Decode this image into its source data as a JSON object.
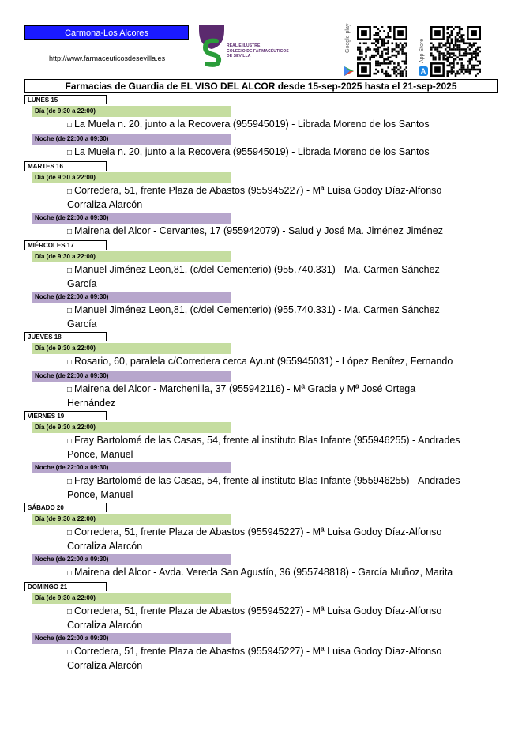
{
  "header": {
    "region": "Carmona-Los Alcores",
    "website": "http://www.farmaceuticosdesevilla.es",
    "college_lines": [
      "REAL E ILUSTRE",
      "COLEGIO DE FARMACÉUTICOS",
      "DE SEVILLA"
    ],
    "google_play_label": "Google play",
    "app_store_label": "App Store"
  },
  "title": "Farmacias de Guardia de EL VISO DEL ALCOR desde 15-sep-2025 hasta el 21-sep-2025",
  "bullet": "□",
  "colors": {
    "dia": "#c5dda0",
    "noche": "#b7a6cc",
    "badge": "#1a1aff",
    "logo": "#5b2a6e",
    "logo_s": "#2a9d3a"
  },
  "days": [
    {
      "label": "LUNES 15",
      "dia_label": "Día (de 9:30 a 22:00)",
      "dia_entry": "La Muela n. 20, junto a la Recovera (955945019) - Librada Moreno de los Santos",
      "noche_label": "Noche (de 22:00 a 09:30)",
      "noche_entry": "La Muela n. 20, junto a la Recovera (955945019) - Librada Moreno de los Santos"
    },
    {
      "label": "MARTES 16",
      "dia_label": "Día (de 9:30 a 22:00)",
      "dia_entry": "Corredera, 51, frente Plaza de Abastos (955945227) - Mª Luisa Godoy Díaz-Alfonso Corraliza Alarcón",
      "noche_label": "Noche (de 22:00 a 09:30)",
      "noche_entry": "Mairena del Alcor - Cervantes,  17 (955942079) - Salud y José Ma. Jiménez Jiménez"
    },
    {
      "label": "MIÉRCOLES 17",
      "dia_label": "Día (de 9:30 a 22:00)",
      "dia_entry": "Manuel Jiménez Leon,81, (c/del Cementerio) (955.740.331) - Ma. Carmen Sánchez García",
      "noche_label": "Noche (de 22:00 a 09:30)",
      "noche_entry": "Manuel Jiménez Leon,81, (c/del Cementerio) (955.740.331) - Ma. Carmen Sánchez García"
    },
    {
      "label": "JUEVES 18",
      "dia_label": "Día (de 9:30 a 22:00)",
      "dia_entry": "Rosario, 60, paralela c/Corredera cerca Ayunt (955945031) - López Benítez, Fernando",
      "noche_label": "Noche (de 22:00 a 09:30)",
      "noche_entry": "Mairena del Alcor - Marchenilla, 37 (955942116) - Mª Gracia y Mª José Ortega Hernández"
    },
    {
      "label": "VIERNES 19",
      "dia_label": "Día (de 9:30 a 22:00)",
      "dia_entry": "Fray Bartolomé de las Casas, 54, frente al instituto Blas Infante (955946255) - Andrades Ponce, Manuel",
      "noche_label": "Noche (de 22:00 a 09:30)",
      "noche_entry": "Fray Bartolomé de las Casas, 54, frente al instituto Blas Infante (955946255) - Andrades Ponce, Manuel"
    },
    {
      "label": "SÁBADO 20",
      "dia_label": "Día (de 9:30 a 22:00)",
      "dia_entry": "Corredera, 51, frente Plaza de Abastos (955945227) - Mª Luisa Godoy Díaz-Alfonso Corraliza Alarcón",
      "noche_label": "Noche (de 22:00 a 09:30)",
      "noche_entry": "Mairena del Alcor - Avda. Vereda San Agustín, 36 (955748818) - García Muñoz, Marita"
    },
    {
      "label": "DOMINGO 21",
      "dia_label": "Día (de 9:30 a 22:00)",
      "dia_entry": "Corredera, 51, frente Plaza de Abastos (955945227) - Mª Luisa Godoy Díaz-Alfonso Corraliza Alarcón",
      "noche_label": "Noche (de 22:00 a 09:30)",
      "noche_entry": "Corredera, 51, frente Plaza de Abastos (955945227) - Mª Luisa Godoy Díaz-Alfonso Corraliza Alarcón"
    }
  ]
}
